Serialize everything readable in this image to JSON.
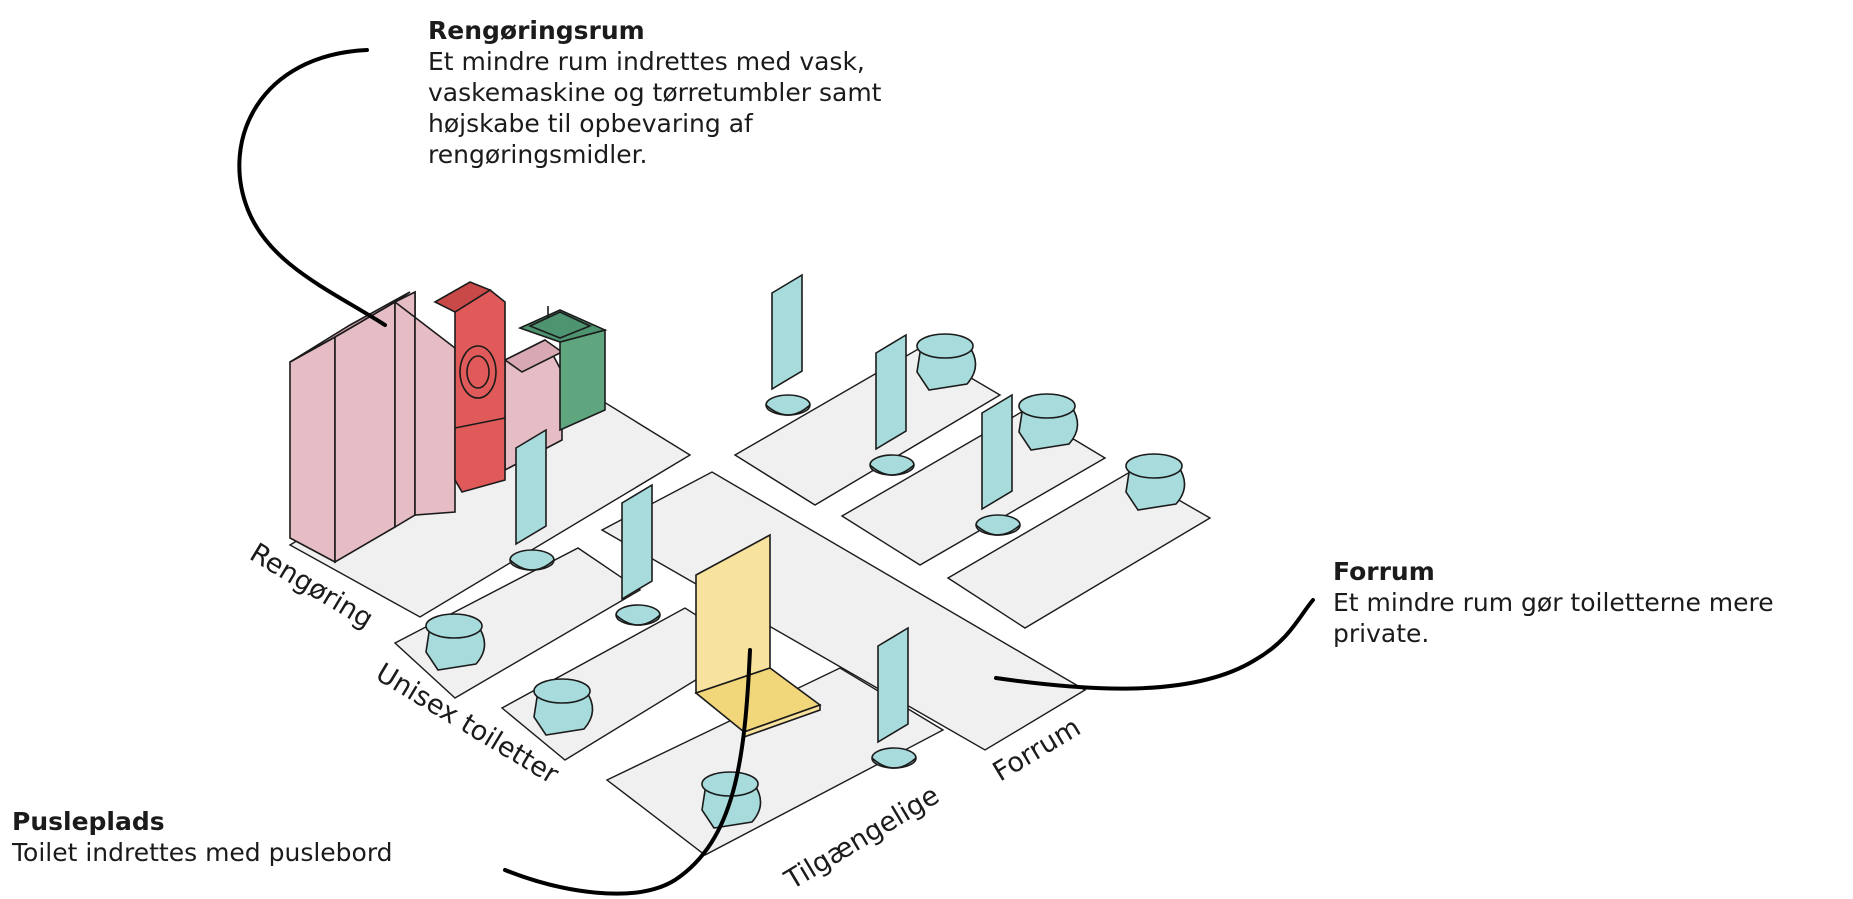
{
  "colors": {
    "floor": "#f0f0f0",
    "outline": "#1b1b1b",
    "cabinet_pink": "#e6bcc5",
    "machine_red": "#e05a5a",
    "sink_green": "#5fa67e",
    "fixture_cyan": "#a8dcdc",
    "changing_yellow": "#f7e39e"
  },
  "callouts": {
    "rengoringsrum": {
      "title": "Rengøringsrum",
      "text": "Et mindre rum indrettes med vask, vaskemaskine og tørretumbler samt højskabe til opbevaring af rengøringsmidler."
    },
    "forrum": {
      "title": "Forrum",
      "text": "Et mindre rum gør toiletterne mere private."
    },
    "pusleplads": {
      "title": "Pusleplads",
      "text": "Toilet indrettes med puslebord"
    }
  },
  "zones": {
    "rengoring": "Rengøring",
    "unisex": "Unisex toiletter",
    "tilgaengelige": "Tilgængelige",
    "forrum": "Forrum"
  }
}
